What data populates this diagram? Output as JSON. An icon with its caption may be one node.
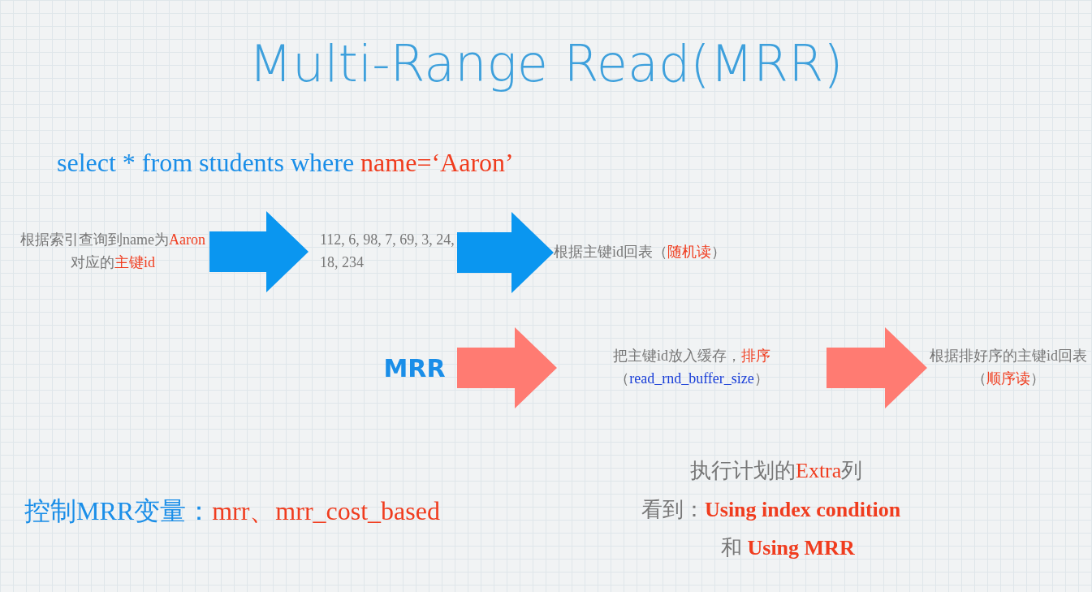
{
  "diagram": {
    "title": "Multi-Range Read(MRR)",
    "nodes": [
      {
        "text": [
          "根据索引查询到name为**Aaron**对应的**主键id**"
        ]
      },
      {
        "text": [
          "112, 6, 98, 7, 69, 3, 24, 18, 234"
        ]
      },
      {
        "text": [
          "根据主键id回表（**随机读**）"
        ]
      },
      {
        "text": [
          "MRR"
        ]
      },
      {
        "text": [
          "把主键id放入缓存，**排序**（*read_rnd_buffer_size*）"
        ]
      },
      {
        "text": [
          "根据排好序的主键id回表（**顺序读**）"
        ]
      }
    ],
    "edges": [
      {
        "from": 0,
        "to": 1,
        "arrow": "to"
      },
      {
        "from": 1,
        "to": 2,
        "arrow": "to"
      },
      {
        "from": 3,
        "to": 4,
        "arrow": "to",
        "color": "#ff7b72"
      },
      {
        "from": 4,
        "to": 5,
        "arrow": "to",
        "color": "#ff7b72"
      }
    ],
    "labels": [
      "select * from students where **name=‘Aaron’**",
      "控制MRR变量：**mrr、mrr_cost_based**",
      "执行计划的**Extra**列",
      "看到：**Using index condition**",
      "和 **Using MRR**"
    ]
  }
}
